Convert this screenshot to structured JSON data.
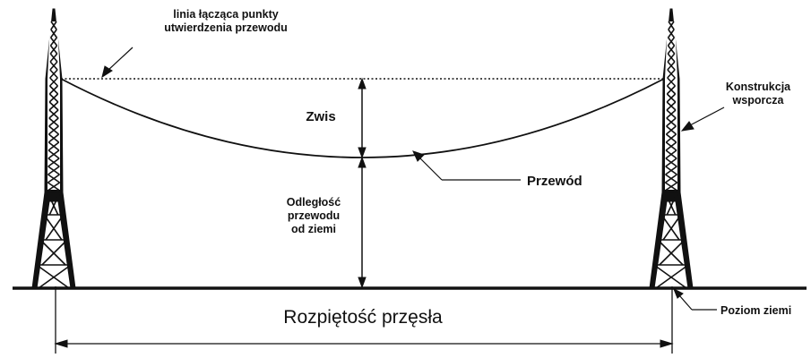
{
  "labels": {
    "attachment_line_line1": "linia łącząca punkty",
    "attachment_line_line2": "utwierdzenia przewodu",
    "sag": "Zwis",
    "clearance_line1": "Odległość",
    "clearance_line2": "przewodu",
    "clearance_line3": "od ziemi",
    "conductor": "Przewód",
    "structure_line1": "Konstrukcja",
    "structure_line2": "wsporcza",
    "ground_level": "Poziom ziemi",
    "span": "Rozpiętość przęsła"
  },
  "colors": {
    "ink": "#111111",
    "background": "#ffffff"
  }
}
